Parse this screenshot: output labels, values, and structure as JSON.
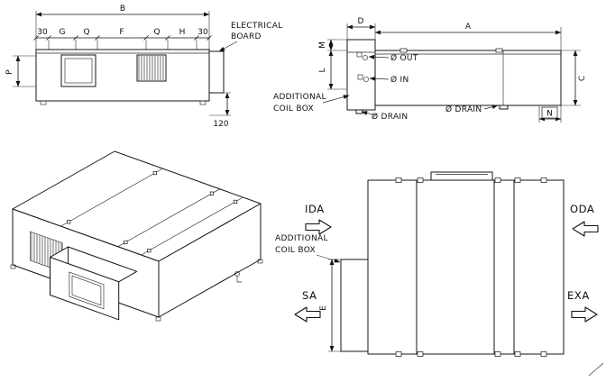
{
  "drawing_title": "air-handling-unit-technical-views",
  "colors": {
    "ink": "#161616",
    "background": "#ffffff"
  },
  "front_view": {
    "dim_b": "B",
    "dim_30_left": "30",
    "dim_g": "G",
    "dim_q_left": "Q",
    "dim_f": "F",
    "dim_q_right": "Q",
    "dim_h": "H",
    "dim_30_right": "30",
    "dim_p": "P",
    "dim_120": "120",
    "electrical_board_line1": "ELECTRICAL",
    "electrical_board_line2": "BOARD"
  },
  "side_view": {
    "dim_d": "D",
    "dim_a": "A",
    "dim_m": "M",
    "dim_l": "L",
    "dim_c": "C",
    "dim_n": "N",
    "label_out": "Ø OUT",
    "label_in": "Ø IN",
    "label_drain_left": "Ø DRAIN",
    "label_drain_right": "Ø DRAIN",
    "coil_box_line1": "ADDITIONAL",
    "coil_box_line2": "COIL BOX"
  },
  "plan_view": {
    "label_ida": "IDA",
    "label_oda": "ODA",
    "label_sa": "SA",
    "label_exa": "EXA",
    "dim_e": "E",
    "coil_box_line1": "ADDITIONAL",
    "coil_box_line2": "COIL BOX"
  }
}
